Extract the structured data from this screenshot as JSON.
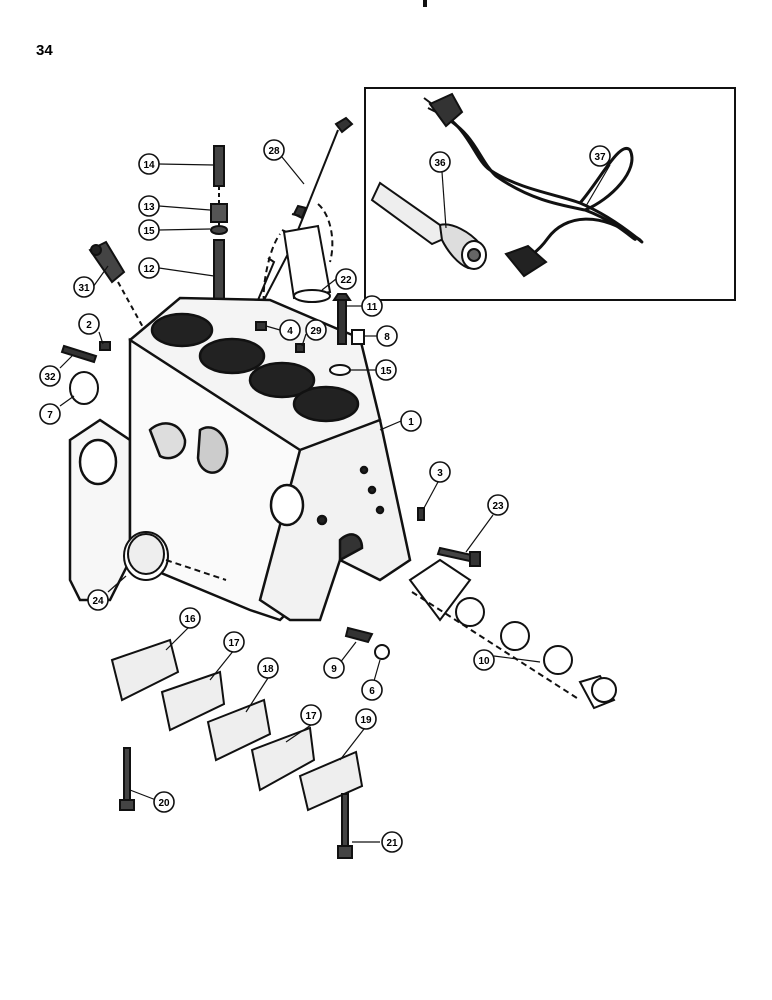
{
  "page": {
    "number": "34"
  },
  "callouts": [
    {
      "id": "c1",
      "label": "1"
    },
    {
      "id": "c2",
      "label": "2"
    },
    {
      "id": "c3",
      "label": "3"
    },
    {
      "id": "c4",
      "label": "4"
    },
    {
      "id": "c6",
      "label": "6"
    },
    {
      "id": "c7",
      "label": "7"
    },
    {
      "id": "c8",
      "label": "8"
    },
    {
      "id": "c9",
      "label": "9"
    },
    {
      "id": "c10",
      "label": "10"
    },
    {
      "id": "c11",
      "label": "11"
    },
    {
      "id": "c12",
      "label": "12"
    },
    {
      "id": "c13",
      "label": "13"
    },
    {
      "id": "c14",
      "label": "14"
    },
    {
      "id": "c15a",
      "label": "15"
    },
    {
      "id": "c15b",
      "label": "15"
    },
    {
      "id": "c16",
      "label": "16"
    },
    {
      "id": "c17a",
      "label": "17"
    },
    {
      "id": "c17b",
      "label": "17"
    },
    {
      "id": "c18",
      "label": "18"
    },
    {
      "id": "c19",
      "label": "19"
    },
    {
      "id": "c20",
      "label": "20"
    },
    {
      "id": "c21",
      "label": "21"
    },
    {
      "id": "c22",
      "label": "22"
    },
    {
      "id": "c23",
      "label": "23"
    },
    {
      "id": "c24",
      "label": "24"
    },
    {
      "id": "c28",
      "label": "28"
    },
    {
      "id": "c29",
      "label": "29"
    },
    {
      "id": "c31",
      "label": "31"
    },
    {
      "id": "c32",
      "label": "32"
    },
    {
      "id": "c36",
      "label": "36"
    },
    {
      "id": "c37",
      "label": "37"
    }
  ]
}
